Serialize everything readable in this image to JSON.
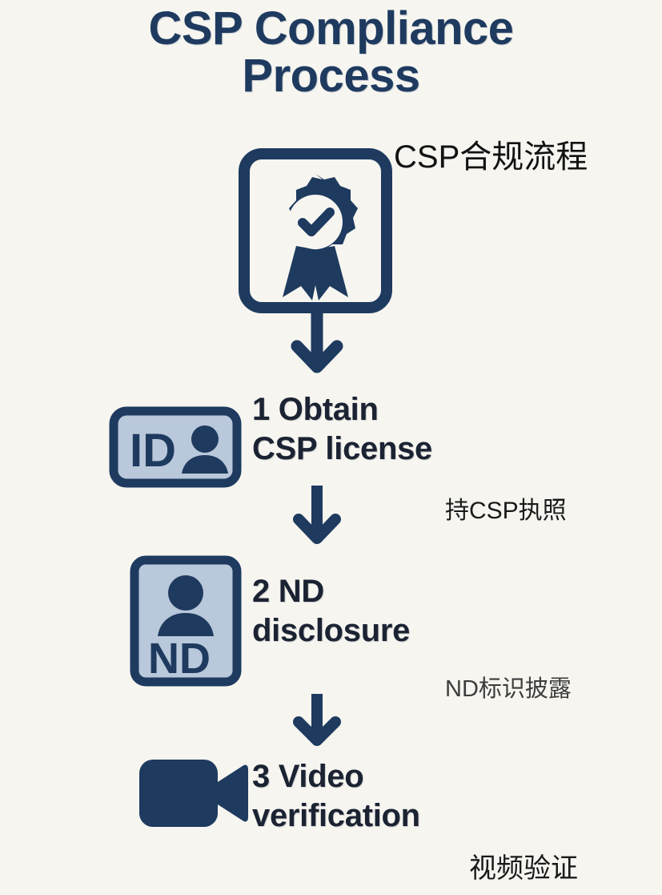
{
  "page": {
    "background_color": "#f6f5f0",
    "accent_navy": "#1e3a5f",
    "card_fill": "#b9c8da",
    "text_dark": "#1b2333"
  },
  "title": {
    "line1": "CSP Compliance",
    "line2": "Process",
    "color": "#1e3a5f"
  },
  "header_caption": {
    "text": "CSP合规流程"
  },
  "steps": [
    {
      "number": "1",
      "label": "1 Obtain\nCSP license",
      "caption": "持CSP执照",
      "icon": "id-card-icon"
    },
    {
      "number": "2",
      "label": "2 ND\ndisclosure",
      "caption": "ND标识披露",
      "icon": "nd-badge-icon"
    },
    {
      "number": "3",
      "label": "3 Video\nverification",
      "caption": "视频验证",
      "icon": "video-camera-icon"
    }
  ],
  "top_icon": {
    "name": "certificate-award-icon"
  },
  "connectors": [
    {
      "name": "arrow-down-1"
    },
    {
      "name": "arrow-down-2"
    },
    {
      "name": "arrow-down-3"
    }
  ]
}
